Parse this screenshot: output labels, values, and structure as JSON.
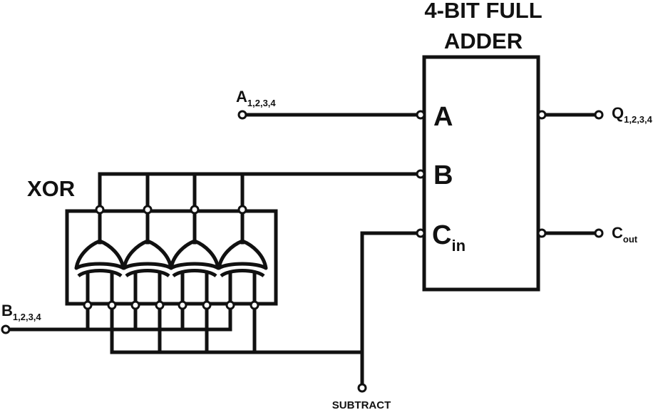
{
  "adder": {
    "title_line1": "4-BIT FULL",
    "title_line2": "ADDER",
    "port_a": "A",
    "port_b": "B",
    "port_cin_main": "C",
    "port_cin_sub": "in"
  },
  "xor": {
    "label": "XOR",
    "gate_count": 4
  },
  "signals": {
    "a_main": "A",
    "a_sub": "1,2,3,4",
    "b_main": "B",
    "b_sub": "1,2,3,4",
    "q_main": "Q",
    "q_sub": "1,2,3,4",
    "cout_main": "C",
    "cout_sub": "out",
    "subtract": "SUBTRACT"
  }
}
